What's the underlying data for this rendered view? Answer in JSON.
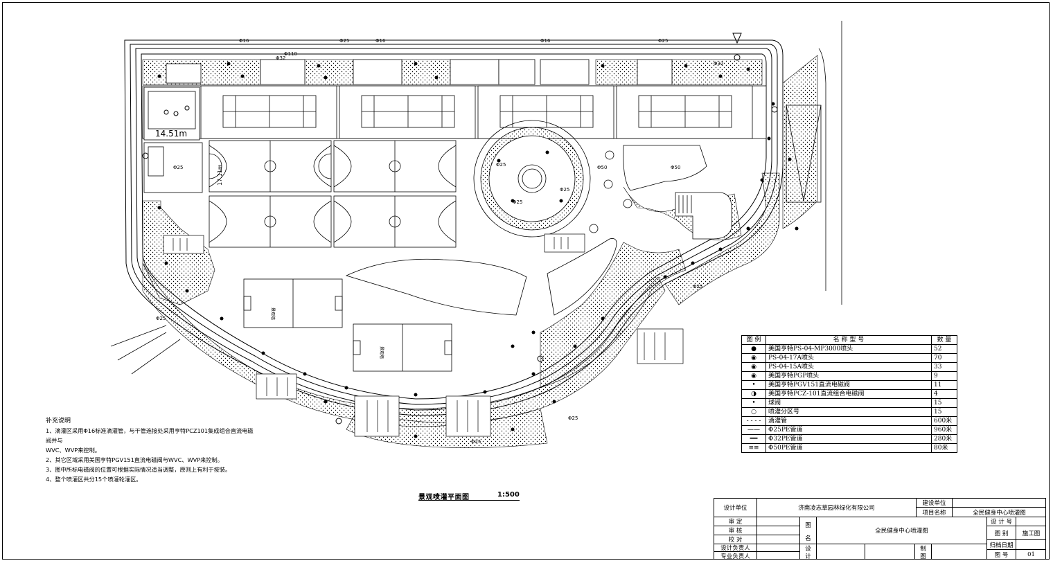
{
  "plan": {
    "dim_label": "14.51m",
    "dim_label_v": "17.11m",
    "pipe_labels": [
      "Φ16",
      "Φ25",
      "Φ32",
      "Φ50",
      "Φ110"
    ],
    "court_labels": [
      "景观墙",
      "景观墙"
    ]
  },
  "legend": {
    "headers": [
      "图 例",
      "名 称 型 号",
      "数 量"
    ],
    "rows": [
      {
        "symbol": "dot-small",
        "name": "美国亨特PS-04-MP3000喷头",
        "qty": "52"
      },
      {
        "symbol": "dot-ring",
        "name": "PS-04-17A喷头",
        "qty": "70"
      },
      {
        "symbol": "dot-ring-small",
        "name": "PS-04-15A喷头",
        "qty": "33"
      },
      {
        "symbol": "dot-ring",
        "name": "美国亨特PGP喷头",
        "qty": "9"
      },
      {
        "symbol": "dot-ring-small",
        "name": "美国亨特PGV151直流电磁阀",
        "qty": "11"
      },
      {
        "symbol": "half-circle",
        "name": "美国亨特PCZ-101直流组合电磁阀",
        "qty": "4"
      },
      {
        "symbol": "cross-dot",
        "name": "球阀",
        "qty": "15"
      },
      {
        "symbol": "circle-big",
        "name": "喷灌分区号",
        "qty": "15"
      },
      {
        "symbol": "dash-line",
        "name": "滴灌管",
        "qty": "600米"
      },
      {
        "symbol": "line-1",
        "name": "Φ25PE管道",
        "qty": "960米"
      },
      {
        "symbol": "line-2",
        "name": "Φ32PE管道",
        "qty": "280米"
      },
      {
        "symbol": "line-3",
        "name": "Φ50PE管道",
        "qty": "80米"
      }
    ]
  },
  "notes": {
    "title": "补充说明",
    "items": [
      "1、滴灌区采用Φ16标准滴灌管，与干管连接处采用亨特PCZ101集成组合直流电磁阀并与",
      "WVC、WVP来控制。",
      "2、其它区域采用美国亨特PGV151直流电磁阀与WVC、WVP来控制。",
      "3、图中所标电磁阀的位置可根据实际情况适当调整，原则上有利于按装。",
      "4、整个喷灌区共分15个喷灌轮灌区。"
    ]
  },
  "caption": {
    "title": "景观喷灌平面图",
    "scale": "1:500"
  },
  "title_block": {
    "design_unit_label": "设计单位",
    "design_unit": "济南凌志草园林绿化有限公司",
    "client_label": "建设单位",
    "project_label": "项目名称",
    "project_name": "全民健身中心喷灌图",
    "review_label": "审    定",
    "check_label": "审    核",
    "proof_label": "校    对",
    "designer_label": "设计负责人",
    "specialist_label": "专业负责人",
    "drawing_label_1": "图",
    "drawing_label_2": "名",
    "drawing_name": "全民健身中心喷灌图",
    "design_label_1": "设",
    "design_label_2": "计",
    "draw_label": "制",
    "draw_label_2": "图",
    "design_no_label": "设 计 号",
    "category_label": "图    别",
    "category": "施工图",
    "archive_label": "归档日期",
    "sheet_label": "图    号",
    "sheet_no": "01"
  }
}
